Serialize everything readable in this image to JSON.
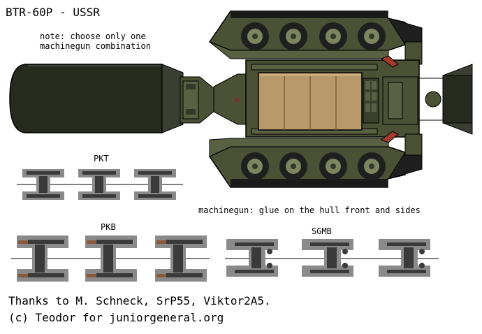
{
  "title": "BTR-60P - USSR",
  "note": {
    "line1": "note: choose only one",
    "line2": "machinegun combination"
  },
  "labels": {
    "pkt": "PKT",
    "pkb": "PKB",
    "sgmb": "SGMB",
    "glue": "machinegun: glue on the hull front and sides"
  },
  "credits": {
    "line1": "Thanks to M. Schneck, SrP55, Viktor2A5.",
    "line2": "(c) Teodor for juniorgeneral.org"
  },
  "colors": {
    "hull": "#4a5135",
    "hull_dark": "#33382a",
    "deck": "#b89a6a",
    "tire": "#1f1f1f",
    "wheel_hub": "#7d8560",
    "tube": "#262a1f",
    "gun_bg": "#8a8a8a",
    "gun_metal": "#3a3a3a",
    "wood": "#8a5a3a"
  }
}
